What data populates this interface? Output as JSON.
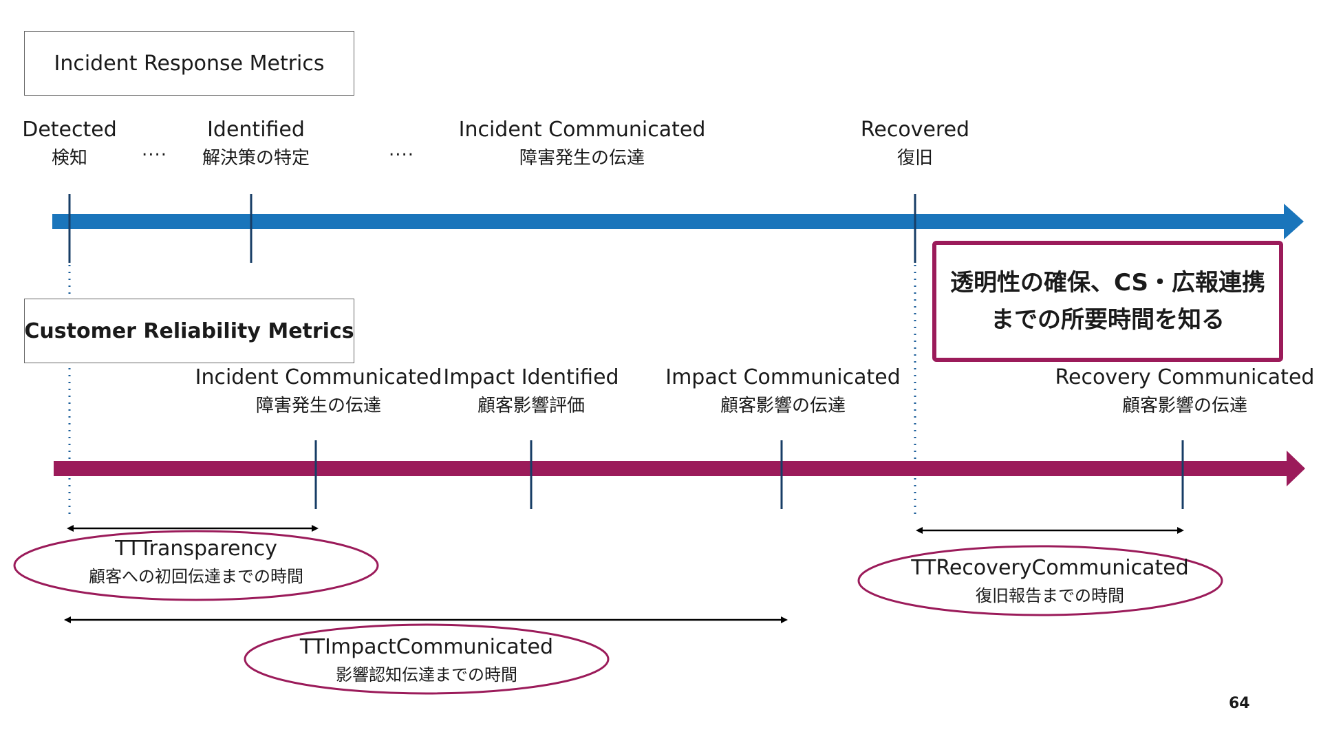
{
  "title": "Incident Response Metrics",
  "customer_title": "Customer Reliability Metrics",
  "top_timeline": {
    "color": "#1a75bb",
    "milestones": [
      {
        "en": "Detected",
        "jp": "検知"
      },
      {
        "en": "Identified",
        "jp": "解決策の特定"
      },
      {
        "en": "Incident Communicated",
        "jp": "障害発生の伝達"
      },
      {
        "en": "Recovered",
        "jp": "復旧"
      }
    ],
    "ellipsis": "...."
  },
  "bottom_timeline": {
    "color": "#9b1b5a",
    "milestones": [
      {
        "en": "Incident Communicated",
        "jp": "障害発生の伝達"
      },
      {
        "en": "Impact Identified",
        "jp": "顧客影響評価"
      },
      {
        "en": "Impact Communicated",
        "jp": "顧客影響の伝達"
      },
      {
        "en": "Recovery Communicated",
        "jp": "顧客影響の伝達"
      }
    ]
  },
  "callout": {
    "line1": "透明性の確保、CS・広報連携",
    "line2": "までの所要時間を知る"
  },
  "metrics": {
    "transparency": {
      "en": "TTTransparency",
      "jp": "顧客への初回伝達までの時間"
    },
    "impact": {
      "en": "TTImpactCommunicated",
      "jp": "影響認知伝達までの時間"
    },
    "recovery": {
      "en": "TTRecoveryCommunicated",
      "jp": "復旧報告までの時間"
    }
  },
  "page_number": "64"
}
